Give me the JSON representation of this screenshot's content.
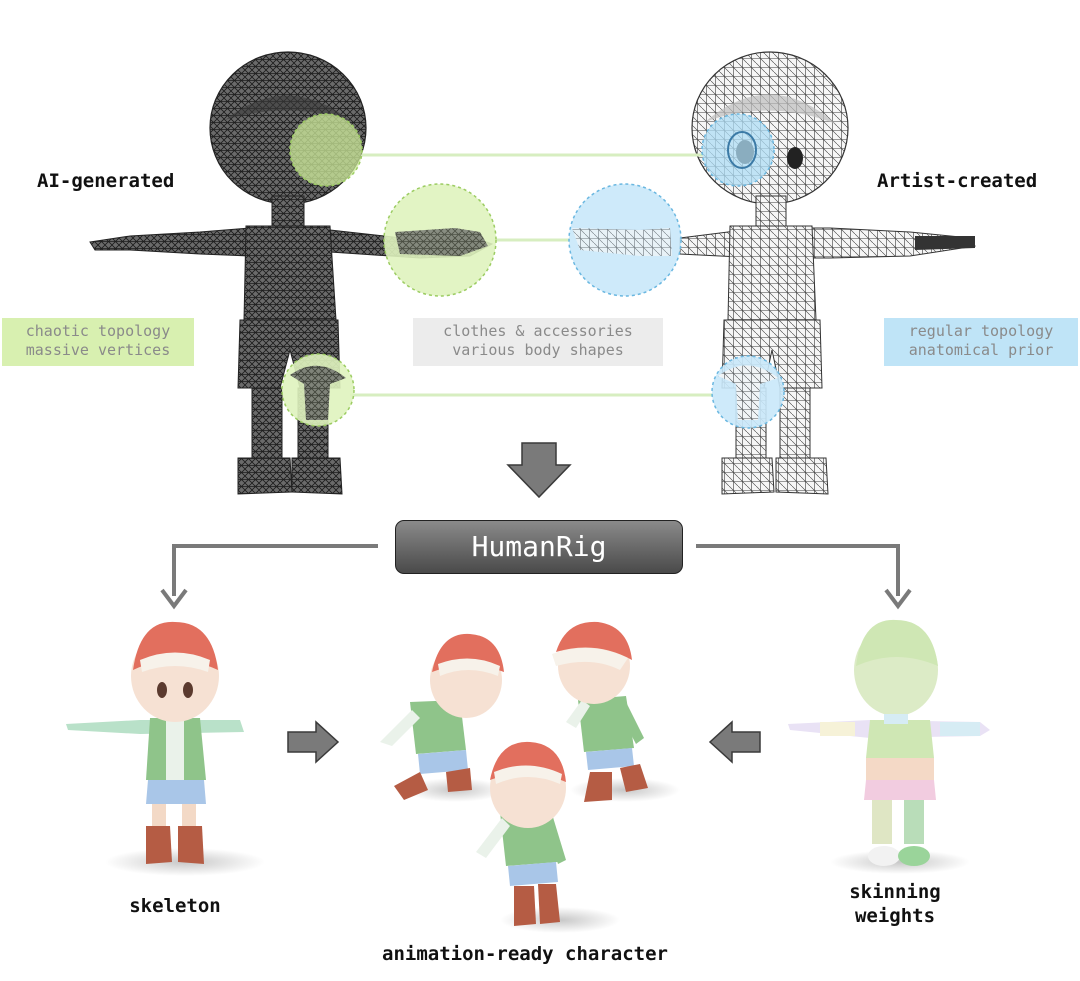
{
  "left_model": {
    "title": "AI-generated",
    "note_lines": [
      "chaotic topology",
      "massive vertices"
    ]
  },
  "right_model": {
    "title": "Artist-created",
    "note_lines": [
      "regular topology",
      "anatomical prior"
    ]
  },
  "center_note_lines": [
    "clothes & accessories",
    "various body shapes"
  ],
  "method_label": "HumanRig",
  "outputs": {
    "skeleton": "skeleton",
    "character": "animation-ready character",
    "skinning_lines": [
      "skinning",
      "weights"
    ]
  },
  "colors": {
    "green_highlight": "#d8f0b0",
    "blue_highlight": "#bfe4f7",
    "gray_note": "#ececec",
    "arrow_gray": "#7a7a7a",
    "shirt_green": "#8fc48a",
    "cap_red": "#e26f5e"
  }
}
